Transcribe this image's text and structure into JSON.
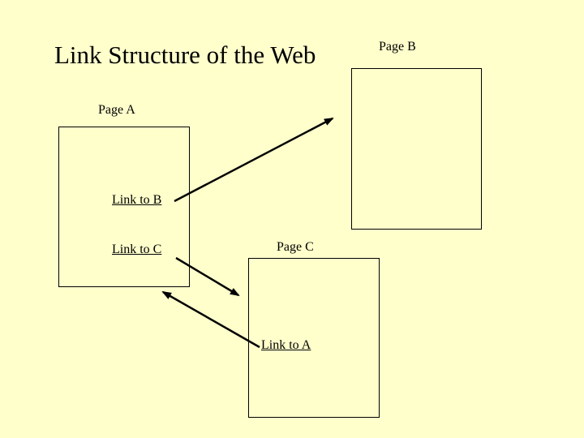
{
  "slide": {
    "title": "Link Structure of the Web",
    "background_color": "#FFFFCC",
    "foreground_color": "#000000"
  },
  "pages": {
    "a": {
      "label": "Page A",
      "links": [
        {
          "label": "Link to B",
          "target_page": "Page B"
        },
        {
          "label": "Link to C",
          "target_page": "Page C"
        }
      ]
    },
    "b": {
      "label": "Page B",
      "links": []
    },
    "c": {
      "label": "Page C",
      "links": [
        {
          "label": "Link to A",
          "target_page": "Page A"
        }
      ]
    }
  },
  "arrows": [
    {
      "name": "arrow-a-to-b",
      "from": "Link to B (Page A)",
      "to": "Page B"
    },
    {
      "name": "arrow-a-to-c",
      "from": "Link to C (Page A)",
      "to": "Page C"
    },
    {
      "name": "arrow-c-to-a",
      "from": "Link to A (Page C)",
      "to": "Page A"
    }
  ]
}
